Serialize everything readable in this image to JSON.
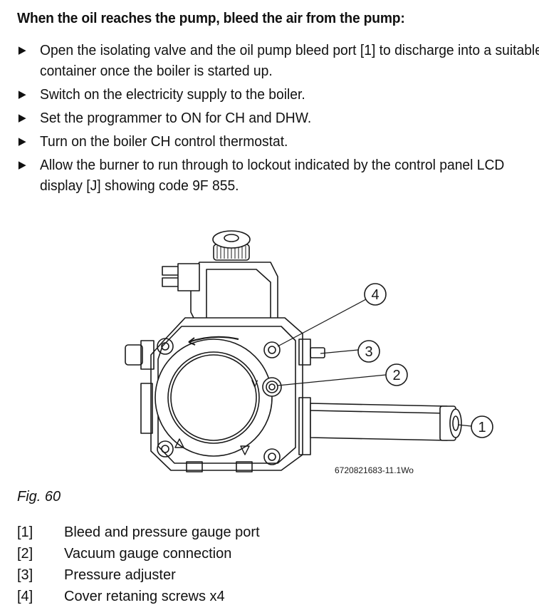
{
  "heading": "When the oil reaches the pump, bleed the air from the pump:",
  "steps": [
    "Open the isolating valve and the oil pump bleed port [1] to discharge into a suitable container once the boiler is started up.",
    "Switch on the electricity supply to the boiler.",
    "Set the programmer to ON for CH and DHW.",
    "Turn on the boiler CH control thermostat.",
    "Allow the burner to run through to lockout indicated by the control panel LCD display [J] showing code 9F 855."
  ],
  "bullet_glyph": "▶",
  "figure": {
    "callouts": [
      "1",
      "2",
      "3",
      "4"
    ],
    "reference_code": "6720821683-11.1Wo",
    "marks": {
      "v_label": "V"
    }
  },
  "caption": "Fig. 60",
  "legend": [
    {
      "num": "[1]",
      "text": "Bleed and pressure gauge port"
    },
    {
      "num": "[2]",
      "text": "Vacuum gauge connection"
    },
    {
      "num": "[3]",
      "text": "Pressure adjuster"
    },
    {
      "num": "[4]",
      "text": "Cover retaning screws x4"
    }
  ]
}
